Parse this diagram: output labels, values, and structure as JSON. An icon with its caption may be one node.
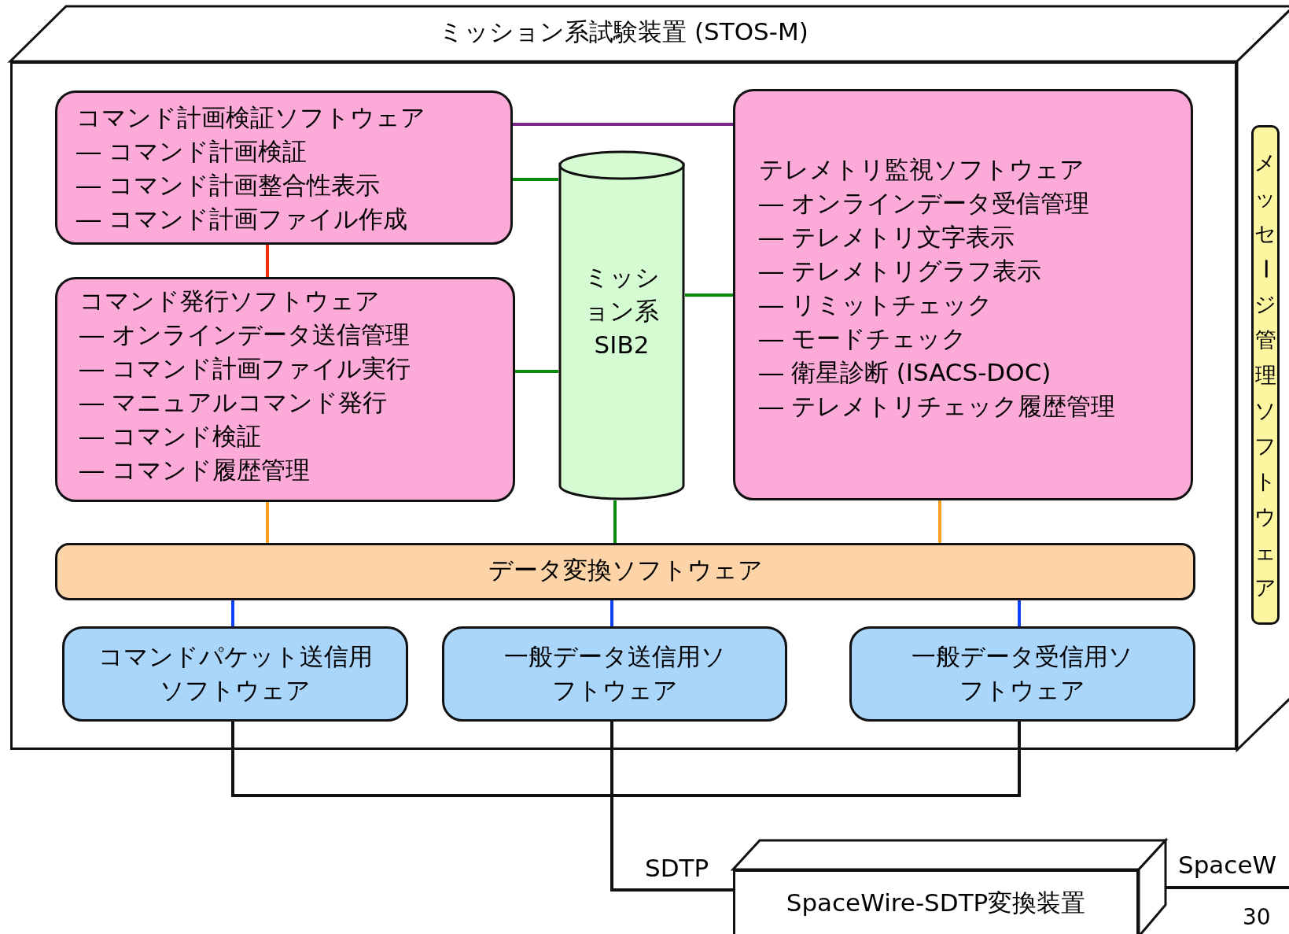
{
  "diagram": {
    "nodes": [
      {
        "text": [
          "ミッション系試験装置 (STOS-M)"
        ]
      },
      {
        "text": [
          "コマンド計画検証ソフトウェア",
          "― コマンド計画検証",
          "― コマンド計画整合性表示",
          "― コマンド計画ファイル作成"
        ],
        "in": 0
      },
      {
        "text": [
          "コマンド発行ソフトウェア",
          "― オンラインデータ送信管理",
          "― コマンド計画ファイル実行",
          "― マニュアルコマンド発行",
          "― コマンド検証",
          "― コマンド履歴管理"
        ],
        "in": 0
      },
      {
        "text": [
          "ミッション系SIB2"
        ],
        "in": 0
      },
      {
        "text": [
          "テレメトリ監視ソフトウェア",
          "― オンラインデータ受信管理",
          "― テレメトリ文字表示",
          "― テレメトリグラフ表示",
          "― リミットチェック",
          "― モードチェック",
          "― 衛星診断 (ISACS-DOC)",
          "― テレメトリチェック履歴管理"
        ],
        "in": 0
      },
      {
        "text": [
          "データ変換ソフトウェア"
        ],
        "in": 0
      },
      {
        "text": [
          "コマンドパケット送信用ソフトウェア"
        ],
        "in": 0
      },
      {
        "text": [
          "一般データ送信用ソフトウェア"
        ],
        "in": 0
      },
      {
        "text": [
          "一般データ受信用ソフトウェア"
        ],
        "in": 0
      },
      {
        "text": [
          "メッセージ管理ソフトウェア"
        ]
      },
      {
        "text": [
          "SpaceWire-SDTP変換装置"
        ]
      }
    ],
    "edges": [
      {
        "from": 1,
        "to": 4,
        "arrow": "none",
        "color": "#7b2a8c"
      },
      {
        "from": 1,
        "to": 3,
        "arrow": "none",
        "color": "#0a8a0a"
      },
      {
        "from": 2,
        "to": 3,
        "arrow": "none",
        "color": "#0a8a0a"
      },
      {
        "from": 3,
        "to": 4,
        "arrow": "none",
        "color": "#0a8a0a"
      },
      {
        "from": 1,
        "to": 2,
        "arrow": "none",
        "color": "#f03010"
      },
      {
        "from": 2,
        "to": 5,
        "arrow": "none",
        "color": "#f5a020"
      },
      {
        "from": 3,
        "to": 5,
        "arrow": "none",
        "color": "#0a8a0a"
      },
      {
        "from": 4,
        "to": 5,
        "arrow": "none",
        "color": "#f5a020"
      },
      {
        "from": 5,
        "to": 6,
        "arrow": "none",
        "color": "#1040f0"
      },
      {
        "from": 5,
        "to": 7,
        "arrow": "none",
        "color": "#1040f0"
      },
      {
        "from": 5,
        "to": 8,
        "arrow": "none",
        "color": "#1040f0"
      },
      {
        "from": 6,
        "to": 10,
        "arrow": "none",
        "color": "#111111"
      },
      {
        "from": 7,
        "to": 10,
        "arrow": "none",
        "label": "SDTP",
        "color": "#111111"
      },
      {
        "from": 8,
        "to": 10,
        "arrow": "none",
        "color": "#111111"
      },
      {
        "from": 10,
        "to": null,
        "arrow": "none",
        "label": "SpaceW",
        "color": "#111111"
      }
    ],
    "labels": [
      "30"
    ]
  }
}
